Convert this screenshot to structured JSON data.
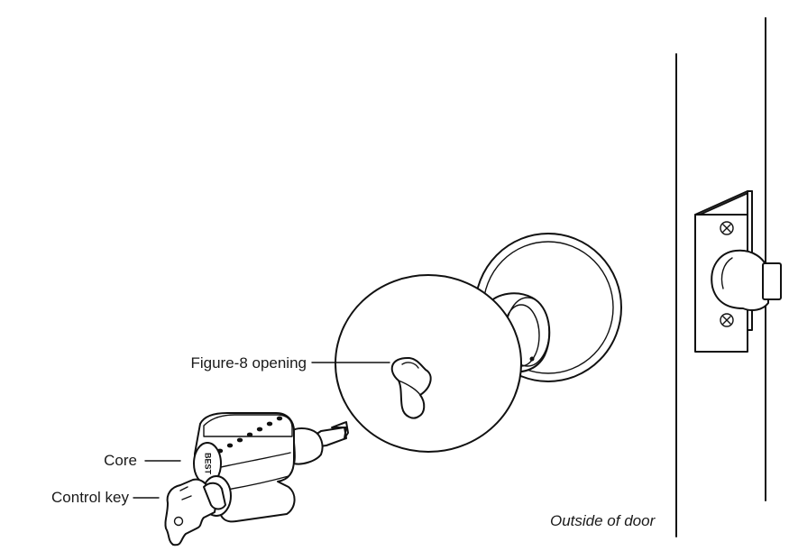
{
  "labels": {
    "figure8": "Figure-8 opening",
    "core": "Core",
    "control_key": "Control key",
    "outside": "Outside of door"
  },
  "core_brand": "BEST"
}
